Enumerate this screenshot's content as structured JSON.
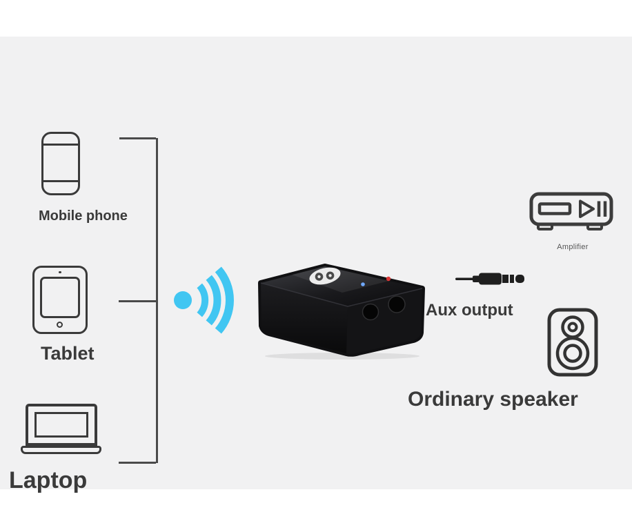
{
  "colors": {
    "page_bg": "#ffffff",
    "canvas_bg": "#f1f1f2",
    "text": "#3a3a3a",
    "line": "#4a4a4a",
    "icon_stroke": "#3a3a3a",
    "wifi_blue": "#41c6f2",
    "led_blue": "#6fa8ff",
    "led_red": "#d93636"
  },
  "left_devices": {
    "mobile_phone_label": "Mobile phone",
    "tablet_label": "Tablet",
    "laptop_label": "Laptop"
  },
  "right_side": {
    "aux_output_label": "Aux output",
    "amplifier_label": "Amplifier",
    "ordinary_speaker_label": "Ordinary speaker"
  }
}
